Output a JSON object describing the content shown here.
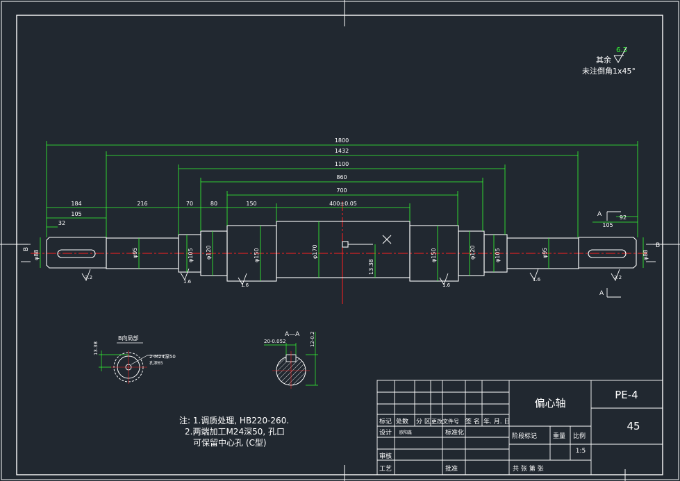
{
  "colors": {
    "background": "#212830",
    "line": "#ffffff",
    "dimension": "#33ff33",
    "centerline": "#ff2020",
    "text": "#ffffff"
  },
  "roughness": {
    "value": "6.3",
    "label": "其余",
    "chamfer_note": "未注倒角1x45°"
  },
  "overall_dims": [
    {
      "label": "1800"
    },
    {
      "label": "1432"
    },
    {
      "label": "1100"
    },
    {
      "label": "860"
    },
    {
      "label": "700"
    }
  ],
  "segment_dims": [
    {
      "label": "184"
    },
    {
      "label": "216"
    },
    {
      "label": "70"
    },
    {
      "label": "80"
    },
    {
      "label": "150"
    },
    {
      "label": "400±0.05"
    }
  ],
  "key_dims": {
    "left_outer": "105",
    "left_inner": "32",
    "right_outer": "105",
    "right_inner": "92"
  },
  "diameters": {
    "d1": "φ88",
    "d2": "φ95",
    "d3": "φ105",
    "d4": "φ120",
    "d5": "φ150",
    "d6": "φ170",
    "d7": "φ150",
    "d8": "φ120",
    "d9": "φ105",
    "d10": "φ95",
    "d11": "φ88"
  },
  "eccentric": "13.38",
  "surface_marks": {
    "left_key": "3.2",
    "m1": "1.6",
    "m2": "1.6",
    "m3": "1.6",
    "m4": "1.6",
    "right_key": "3.2"
  },
  "section_marks": {
    "b_left": "B",
    "b_right": "B",
    "a_top": "A",
    "a_bottom": "A"
  },
  "detail_b": {
    "title": "B向局部",
    "dim_left": "13.38",
    "thread": "2-M24深50",
    "thread_sub": "孔深65"
  },
  "section_a": {
    "title": "A—A",
    "dim_width": "20-0.052",
    "dim_depth": "12-0.2"
  },
  "notes": {
    "line1": "注: 1.调质处理, HB220-260.",
    "line2": "2.两端加工M24深50, 孔口",
    "line3": "可保留中心孔 (C型)"
  },
  "title_block": {
    "part_name": "偏心轴",
    "drawing_no": "PE-4",
    "material": "45",
    "scale": "1:5",
    "h_mark": "标记",
    "h_count": "处数",
    "h_zone": "分 区",
    "h_doc": "更改文件号",
    "h_sign": "签 名",
    "h_date": "年. 月. 日",
    "h_design": "设计",
    "h_design_name": "欧阳鑫",
    "h_std": "标准化",
    "h_stage": "阶段标记",
    "h_weight": "重量",
    "h_ratio": "比例",
    "h_check": "审核",
    "h_process": "工艺",
    "h_approve": "批准",
    "h_sheets": "共    张  第    张"
  }
}
